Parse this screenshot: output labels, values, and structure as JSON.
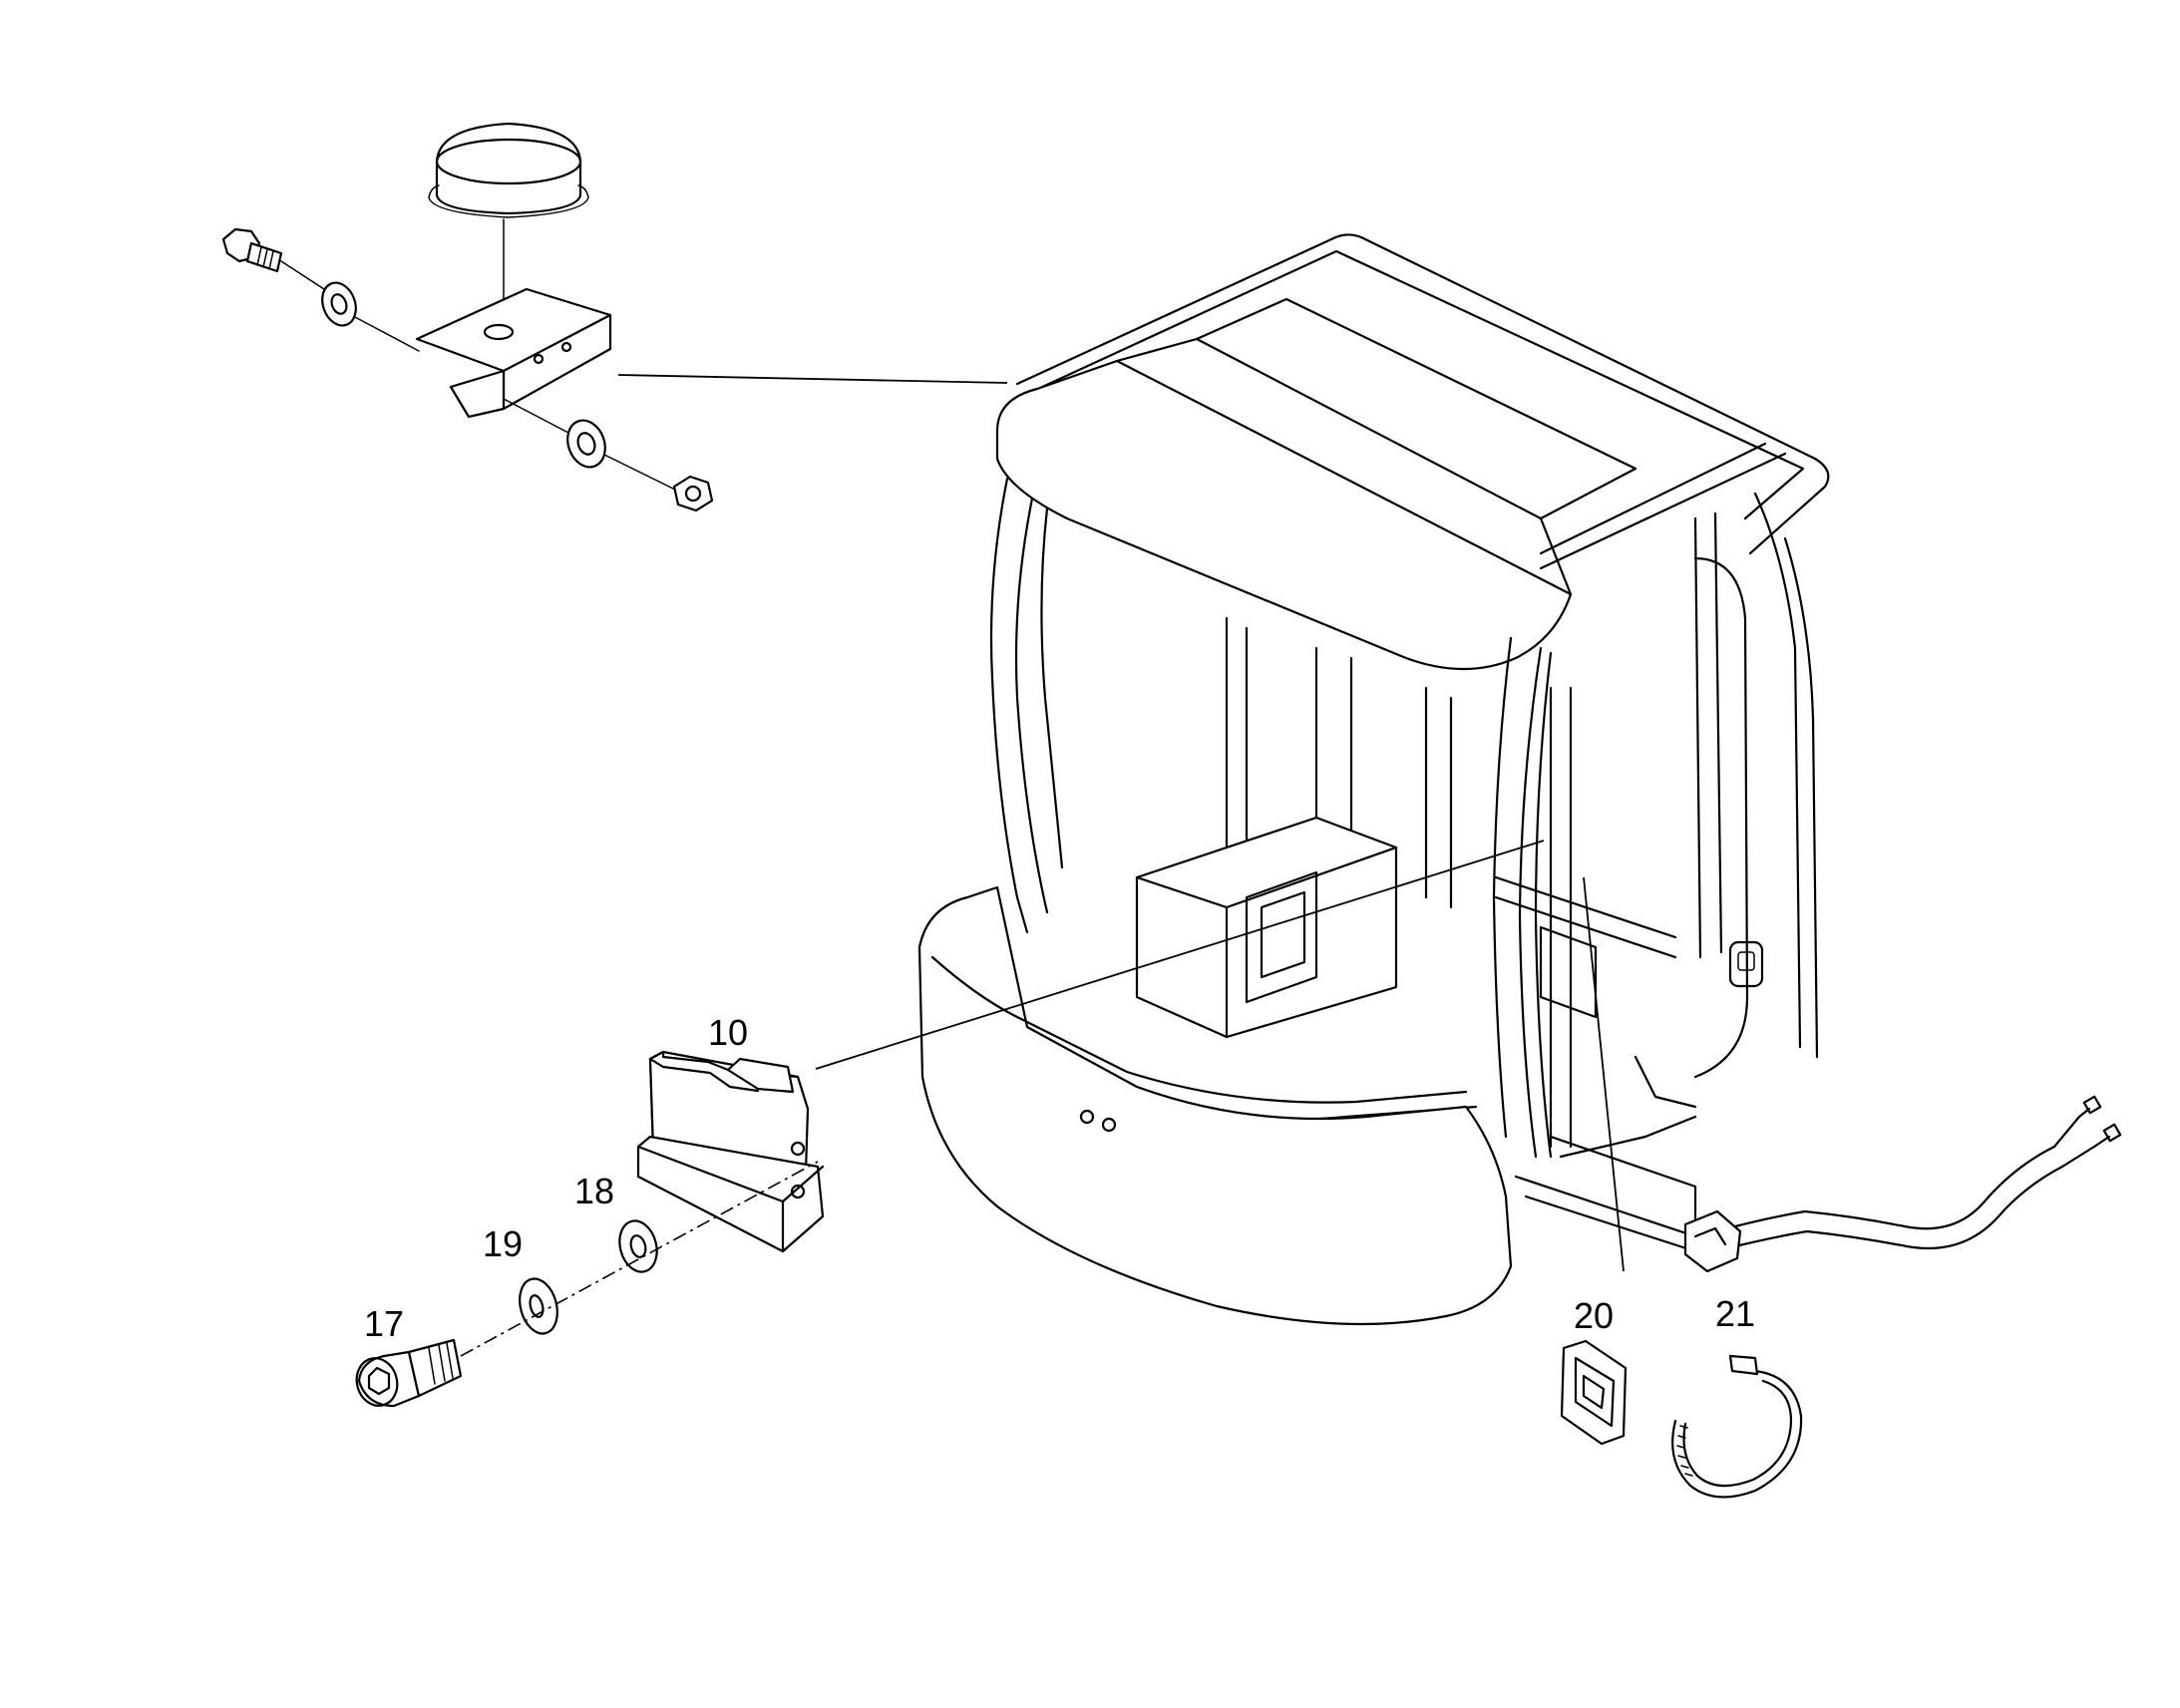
{
  "callouts": {
    "c10": "10",
    "c17": "17",
    "c18": "18",
    "c19": "19",
    "c20": "20",
    "c21": "21"
  },
  "parts": {
    "antenna_mount": "antenna-mount-assembly",
    "cab": "operator-cab",
    "control_unit": "control-unit",
    "cap_screw": "cap-screw",
    "washer_1": "washer",
    "washer_2": "washer",
    "cable_holder": "cable-holder",
    "cable_tie": "cable-tie",
    "wiring_harness": "wiring-harness"
  },
  "colors": {
    "line": "#000000",
    "background": "#ffffff"
  }
}
